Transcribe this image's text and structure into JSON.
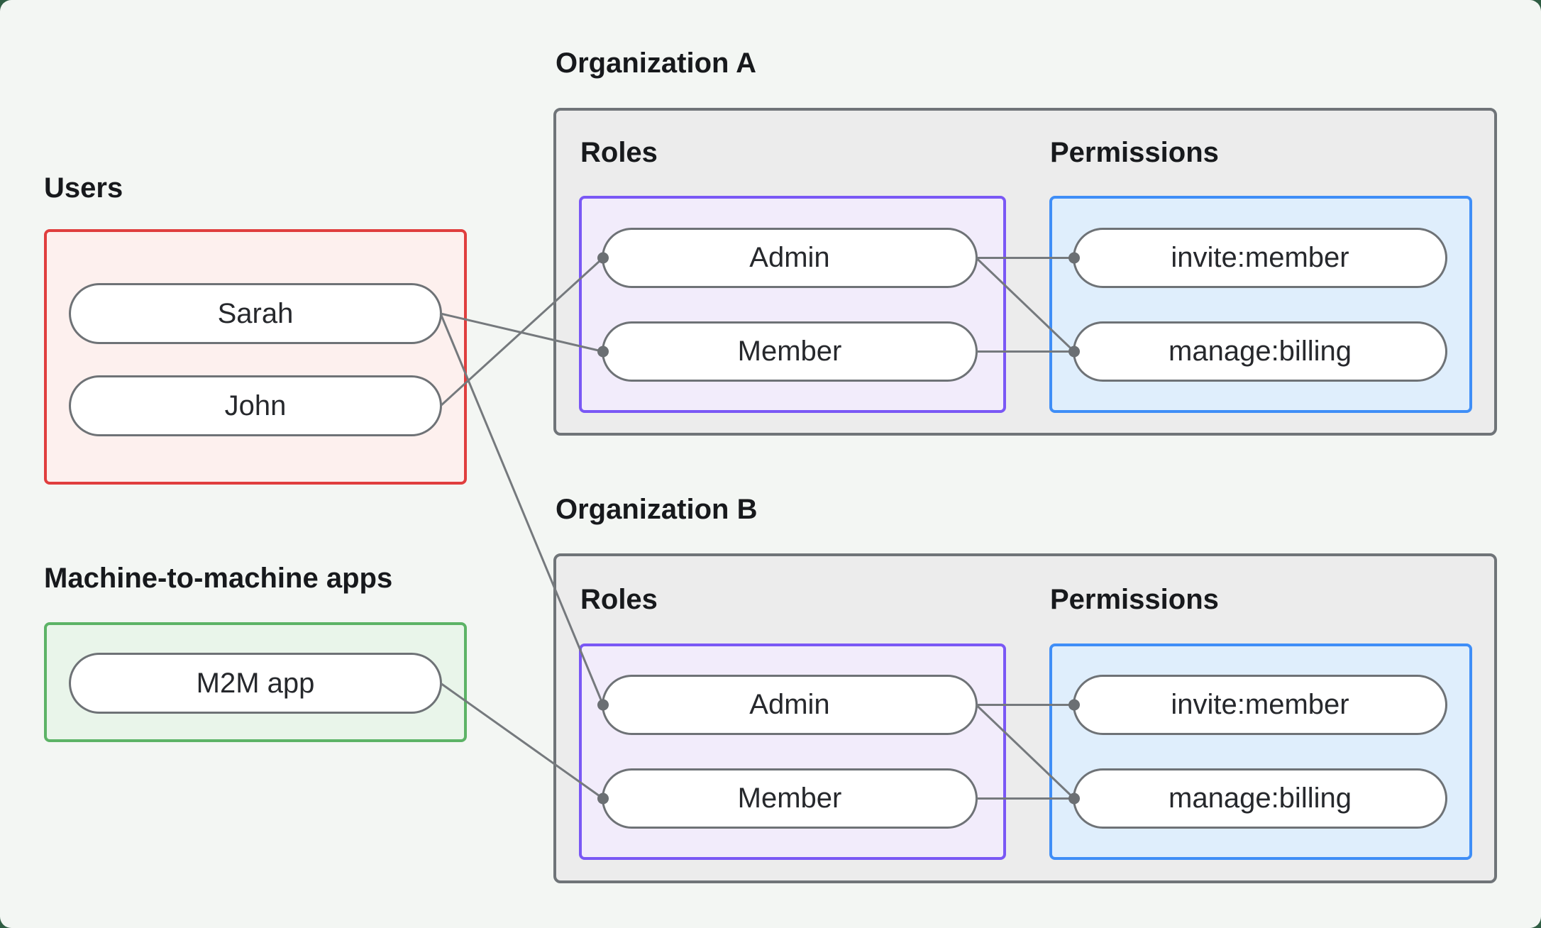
{
  "canvas": {
    "background": "#f3f6f3",
    "outer_background": "#2f5d43"
  },
  "colors": {
    "heading_text": "#17191c",
    "pill_text": "#26282c",
    "pill_border": "#6e7276",
    "edge_line": "#75797d",
    "edge_dot": "#6b6f73",
    "users_border": "#e03e3e",
    "users_fill": "#fdf0ee",
    "m2m_border": "#5cb366",
    "m2m_fill": "#e9f5ea",
    "org_border": "#6f7478",
    "org_fill": "#ececec",
    "roles_border": "#7a58f5",
    "roles_fill": "#f2ecfb",
    "permissions_border": "#3f8ef7",
    "permissions_fill": "#dfeefc"
  },
  "users_group": {
    "heading": "Users",
    "members": [
      {
        "id": "sarah",
        "label": "Sarah"
      },
      {
        "id": "john",
        "label": "John"
      }
    ]
  },
  "m2m_group": {
    "heading": "Machine-to-machine apps",
    "members": [
      {
        "id": "m2m-app",
        "label": "M2M app"
      }
    ]
  },
  "organizations": [
    {
      "id": "org-a",
      "heading": "Organization A",
      "roles_label": "Roles",
      "permissions_label": "Permissions",
      "roles": [
        {
          "id": "org-a-admin",
          "label": "Admin"
        },
        {
          "id": "org-a-member",
          "label": "Member"
        }
      ],
      "permissions": [
        {
          "id": "org-a-invite",
          "label": "invite:member"
        },
        {
          "id": "org-a-manage",
          "label": "manage:billing"
        }
      ]
    },
    {
      "id": "org-b",
      "heading": "Organization B",
      "roles_label": "Roles",
      "permissions_label": "Permissions",
      "roles": [
        {
          "id": "org-b-admin",
          "label": "Admin"
        },
        {
          "id": "org-b-member",
          "label": "Member"
        }
      ],
      "permissions": [
        {
          "id": "org-b-invite",
          "label": "invite:member"
        },
        {
          "id": "org-b-manage",
          "label": "manage:billing"
        }
      ]
    }
  ],
  "edges": [
    {
      "from": "sarah",
      "to": "org-a-member"
    },
    {
      "from": "sarah",
      "to": "org-b-admin"
    },
    {
      "from": "john",
      "to": "org-a-admin"
    },
    {
      "from": "m2m-app",
      "to": "org-b-member"
    },
    {
      "from": "org-a-admin",
      "to": "org-a-invite"
    },
    {
      "from": "org-a-admin",
      "to": "org-a-manage"
    },
    {
      "from": "org-a-member",
      "to": "org-a-manage"
    },
    {
      "from": "org-b-admin",
      "to": "org-b-invite"
    },
    {
      "from": "org-b-admin",
      "to": "org-b-manage"
    },
    {
      "from": "org-b-member",
      "to": "org-b-manage"
    }
  ]
}
